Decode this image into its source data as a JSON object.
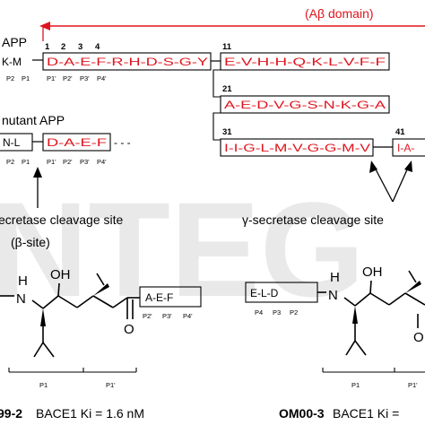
{
  "top": {
    "app_label": "APP",
    "abeta_domain": "(Aβ domain)",
    "app_left": "K-M",
    "app_left_p": [
      "P2",
      "P1"
    ],
    "rows": [
      {
        "start": "1",
        "seq": "D-A-E-F-R-H-D-S-G-Y"
      },
      {
        "start": "11",
        "seq": "E-V-H-H-Q-K-L-V-F-F"
      },
      {
        "start": "21",
        "seq": "A-E-D-V-G-S-N-K-G-A"
      },
      {
        "start": "31",
        "seq": "I-I-G-L-M-V-G-G-M-V"
      },
      {
        "start": "41",
        "seq": "I-A-"
      }
    ],
    "pos_numbers": [
      "1",
      "2",
      "3",
      "4"
    ],
    "row1_p": [
      "P1'",
      "P2'",
      "P3'",
      "P4'"
    ],
    "mutant_label": "nutant APP",
    "mutant_left": "N-L",
    "mutant_left_p": [
      "P2",
      "P1"
    ],
    "mutant_seq": "D-A-E-F",
    "mutant_tail": "- - -",
    "mutant_p": [
      "P1'",
      "P2'",
      "P3'",
      "P4'"
    ],
    "beta_site_line1": "ecretase cleavage site",
    "beta_site_line2": "(β-site)",
    "gamma_site": "γ-secretase cleavage site"
  },
  "compounds": {
    "left": {
      "box": "A-E-F",
      "box_p": [
        "P2'",
        "P3'",
        "P4'"
      ],
      "bracket_p": [
        "P1",
        "P1'"
      ],
      "name": "99-2",
      "ki": "BACE1 Ki = 1.6 nM"
    },
    "right": {
      "box": "E-L-D",
      "box_p": [
        "P4",
        "P3",
        "P2"
      ],
      "bracket_p": [
        "P1",
        "P1'"
      ],
      "name": "OM00-3",
      "ki": "BACE1 Ki ="
    },
    "atoms": {
      "n": "N",
      "h": "H",
      "oh": "OH",
      "o": "O"
    }
  },
  "watermark": "NTEG",
  "colors": {
    "red": "#e0141e",
    "black": "#000000"
  }
}
